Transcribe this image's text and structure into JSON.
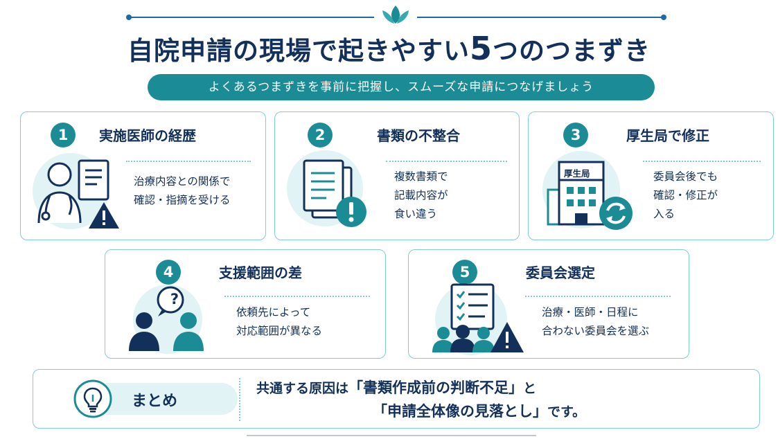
{
  "colors": {
    "teal": "#1b8c96",
    "navy": "#12305a",
    "border": "#7fcdd3",
    "light": "#e1f3f4"
  },
  "title": {
    "part1": "自院申請の現場で起きやすい",
    "big": "5",
    "part2": "つのつまずき"
  },
  "subtitle": "よくあるつまずきを事前に把握し、スムーズな申請につなげましょう",
  "cards": [
    {
      "number": "1",
      "heading": "実施医師の経歴",
      "desc": [
        "治療内容との関係で",
        "確認・指摘を受ける"
      ],
      "icon": "doctor-warning-icon"
    },
    {
      "number": "2",
      "heading": "書類の不整合",
      "desc": [
        "複数書類で",
        "記載内容が",
        "食い違う"
      ],
      "icon": "documents-warning-icon"
    },
    {
      "number": "3",
      "heading": "厚生局で修正",
      "desc": [
        "委員会後でも",
        "確認・修正が",
        "入る"
      ],
      "icon": "building-refresh-icon",
      "building_sign": "厚生局"
    },
    {
      "number": "4",
      "heading": "支援範囲の差",
      "desc": [
        "依頼先によって",
        "対応範囲が異なる"
      ],
      "icon": "people-question-icon",
      "bubble": "?"
    },
    {
      "number": "5",
      "heading": "委員会選定",
      "desc": [
        "治療・医師・日程に",
        "合わない委員会を選ぶ"
      ],
      "icon": "checklist-group-warning-icon"
    }
  ],
  "summary": {
    "label": "まとめ",
    "line1_pre": "共通する原因は",
    "line1_em": "「書類作成前の判断不足」",
    "line1_post": "と",
    "line2_em": "「申請全体像の見落とし」",
    "line2_post": "です。",
    "icon": "lightbulb-icon"
  }
}
